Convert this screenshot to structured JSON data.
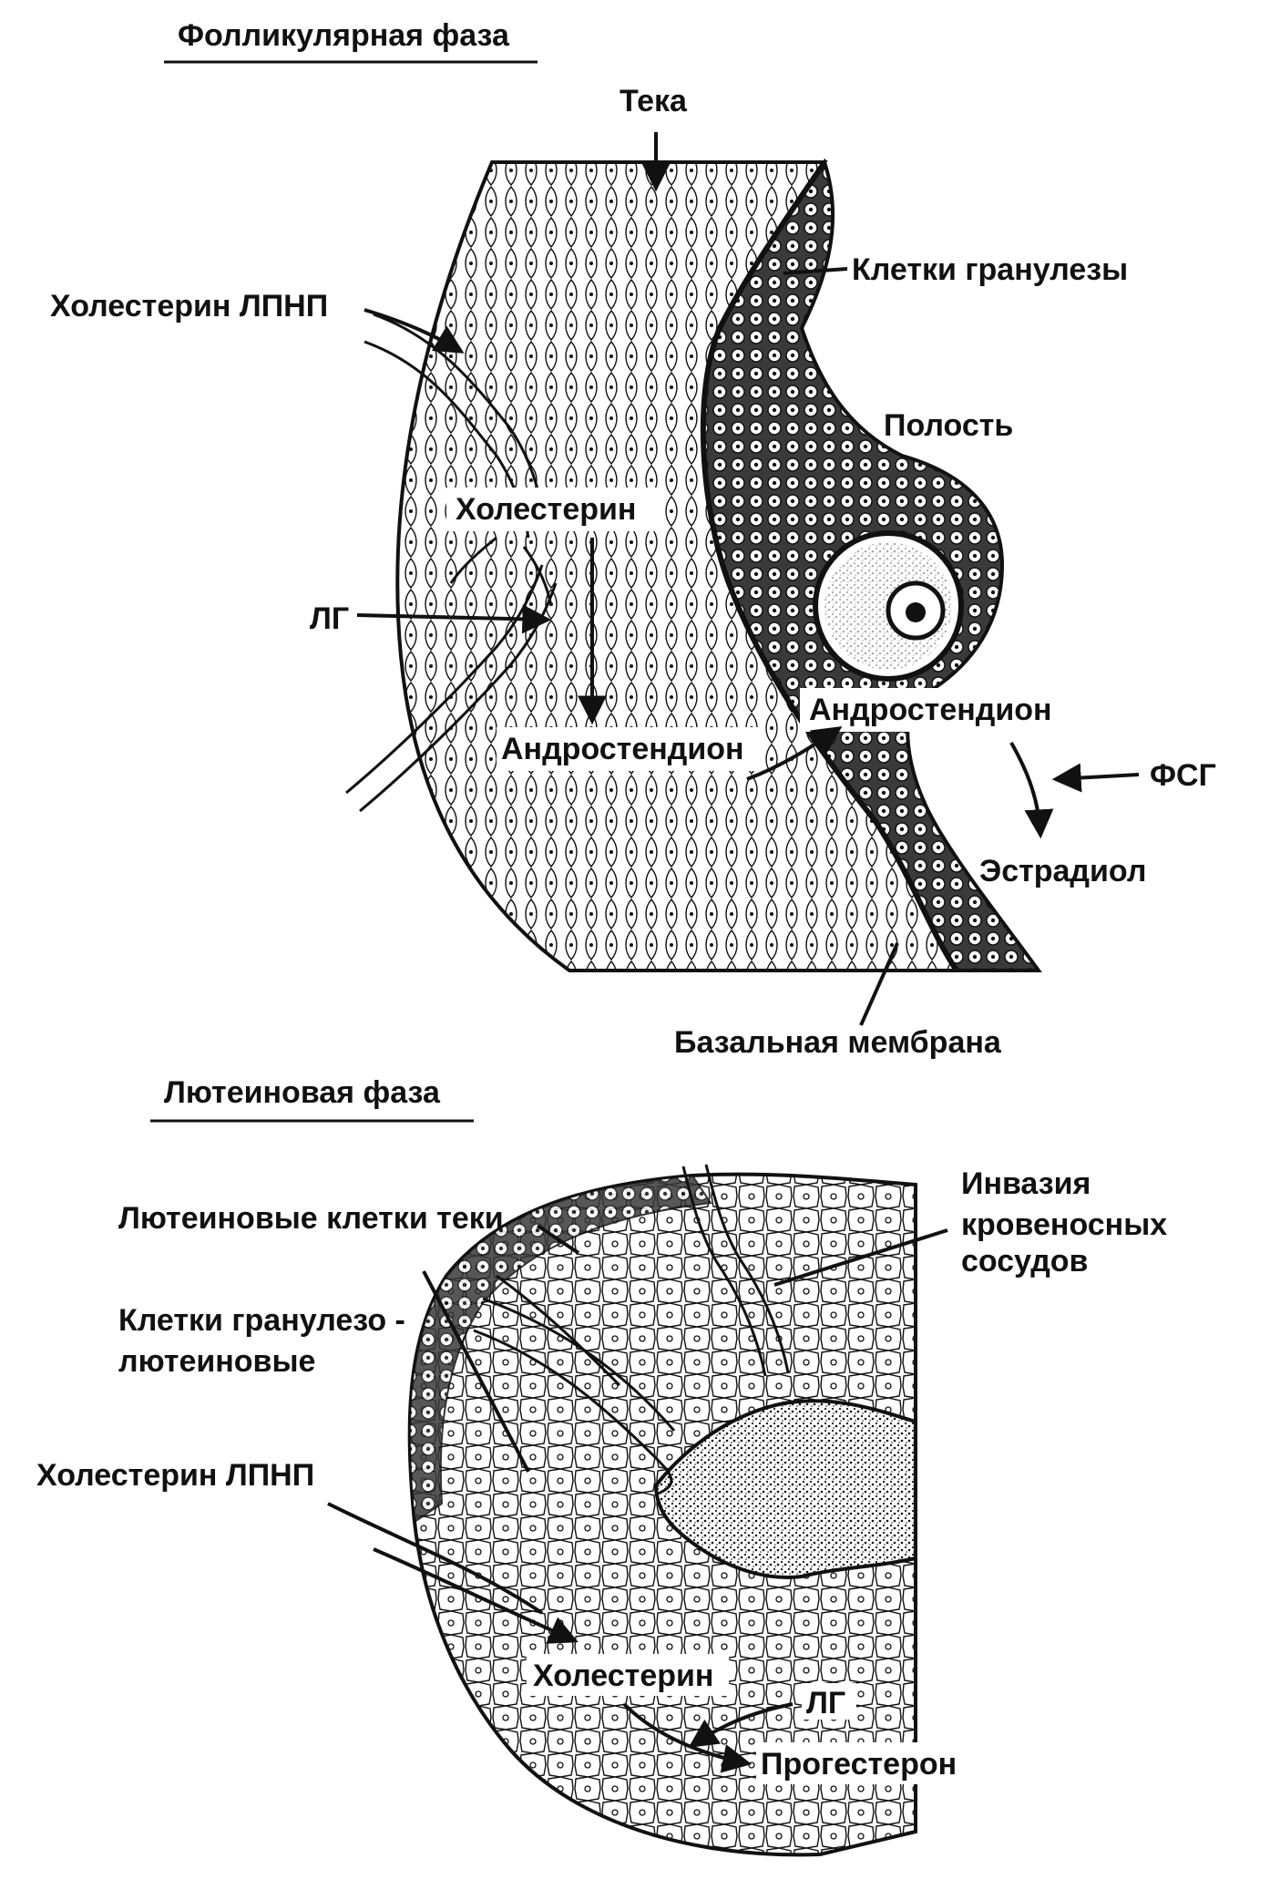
{
  "colors": {
    "ink": "#111111",
    "paper": "#ffffff",
    "dark_tissue": "#3a3a3a"
  },
  "follicular": {
    "title": "Фолликулярная фаза",
    "labels": {
      "theca": "Тека",
      "granulosa": "Клетки гранулезы",
      "cholesterol_ldl": "Холестерин ЛПНП",
      "cavity": "Полость",
      "cholesterol": "Холестерин",
      "lh": "ЛГ",
      "androstenedione_left": "Андростендион",
      "androstenedione_right": "Андростендион",
      "fsh": "ФСГ",
      "estradiol": "Эстрадиол",
      "basal_membrane": "Базальная мембрана"
    }
  },
  "luteal": {
    "title": "Лютеиновая фаза",
    "labels": {
      "theca_lutein": "Лютеиновые клетки теки",
      "invasion_1": "Инвазия",
      "invasion_2": "кровеносных",
      "invasion_3": "сосудов",
      "granulosa_lutein_1": "Клетки гранулезо -",
      "granulosa_lutein_2": "лютеиновые",
      "cholesterol_ldl": "Холестерин ЛПНП",
      "cholesterol": "Холестерин",
      "lh": "ЛГ",
      "progesterone": "Прогестерон"
    }
  }
}
